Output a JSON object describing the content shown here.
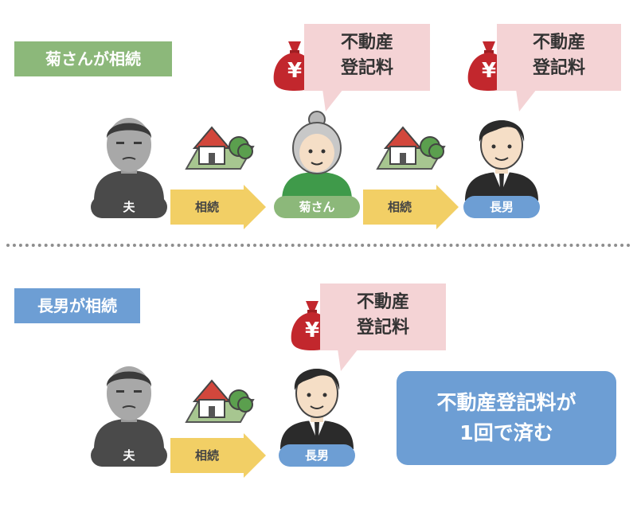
{
  "section1": {
    "label": "菊さんが相続",
    "people": {
      "husband": "夫",
      "kiku": "菊さん",
      "son": "長男"
    },
    "arrows": [
      "相続",
      "相続"
    ],
    "fee_bubbles": [
      {
        "line1": "不動産",
        "line2": "登記料",
        "symbol": "¥"
      },
      {
        "line1": "不動産",
        "line2": "登記料",
        "symbol": "¥"
      }
    ]
  },
  "section2": {
    "label": "長男が相続",
    "people": {
      "husband": "夫",
      "son": "長男"
    },
    "arrows": [
      "相続"
    ],
    "fee_bubbles": [
      {
        "line1": "不動産",
        "line2": "登記料",
        "symbol": "¥"
      }
    ],
    "callout": {
      "line1": "不動産登記料が",
      "line2": "1回で済む"
    }
  },
  "colors": {
    "green": "#8cb87a",
    "blue": "#6d9ed4",
    "dark": "#4a4a4a",
    "arrow": "#f2cf65",
    "bubble": "#f4d3d5",
    "money_bag": "#c2272d"
  }
}
